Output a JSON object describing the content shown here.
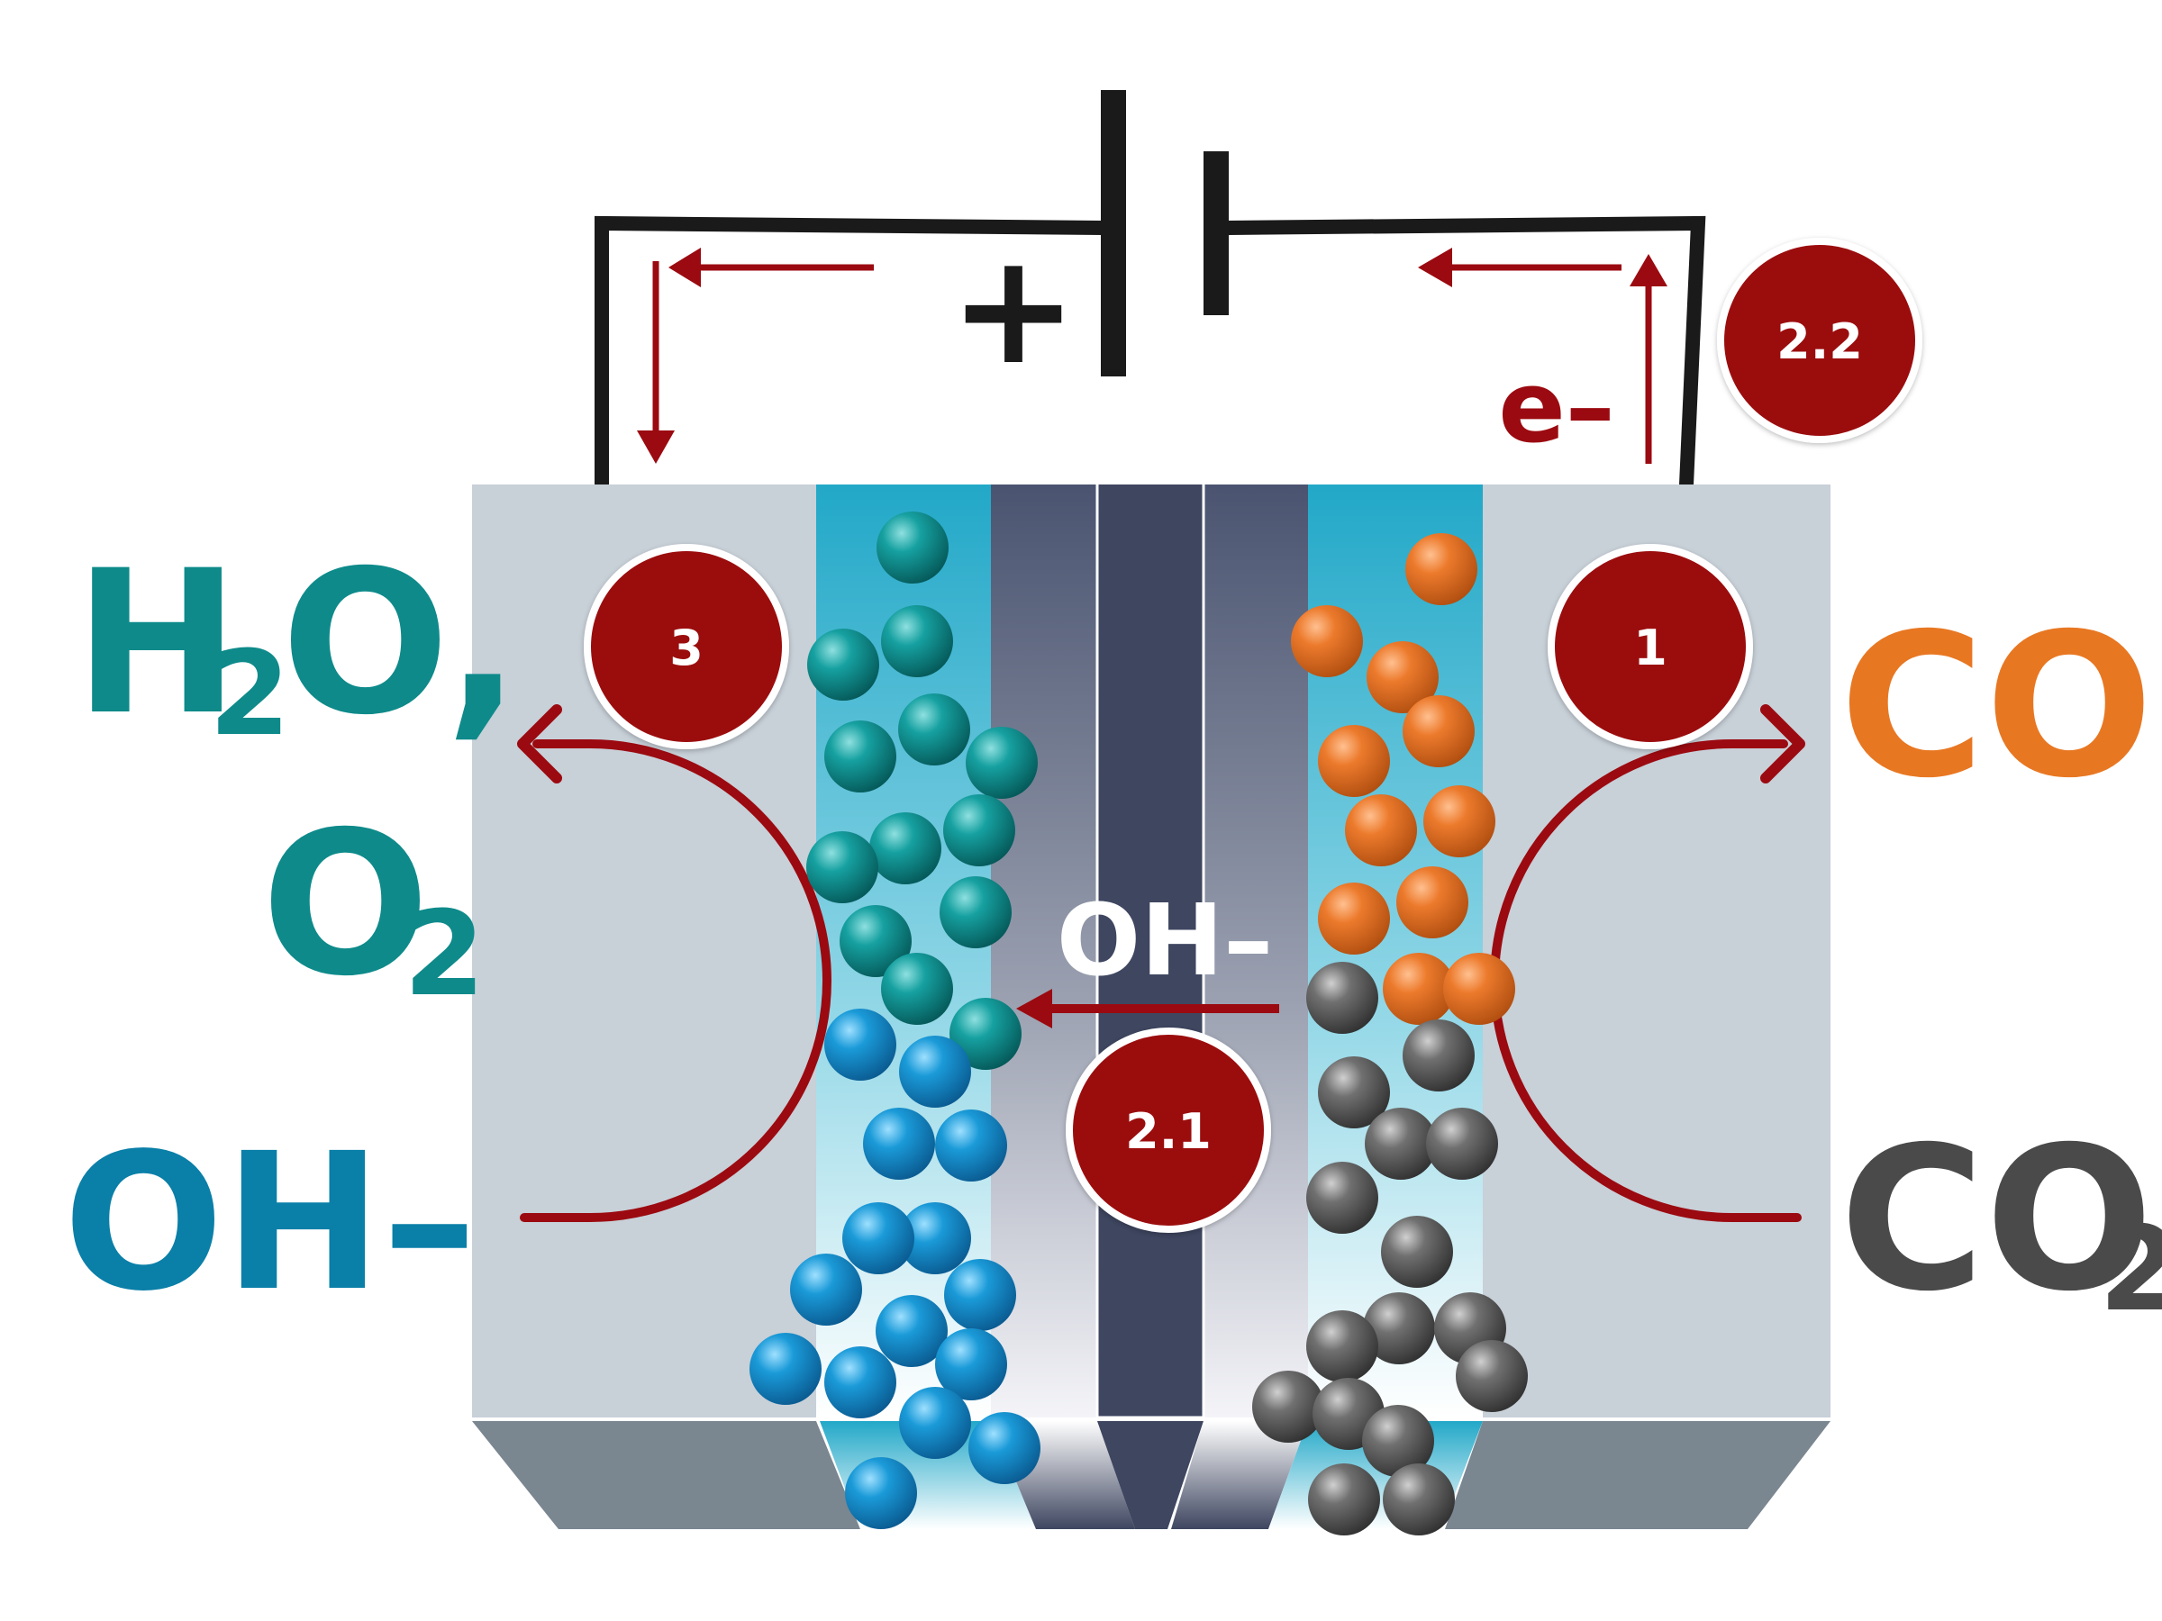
{
  "labels": {
    "h2o": "H",
    "h2o_sub": "2",
    "h2o_rest": "O,",
    "o2": "O",
    "o2_sub": "2",
    "oh_left": "OH–",
    "co": "CO",
    "co2": "CO",
    "co2_sub": "2",
    "oh_center": "OH–",
    "electron": "e–",
    "plus": "+"
  },
  "badges": {
    "b1": "1",
    "b3": "3",
    "b21": "2.1",
    "b22": "2.2"
  },
  "colors": {
    "teal_label": "#0e8a8a",
    "blue_label": "#0a7fa8",
    "orange_label": "#e87722",
    "grey_label": "#4a4a4a",
    "dark_red": "#9b0a10",
    "membrane_dark": "#3e4660",
    "electrode_grey": "#c8d0d8",
    "channel_blue": "#22a8c8",
    "teal_ball": "#108c8c",
    "blue_ball": "#1a96d4",
    "orange_ball": "#e8742a",
    "grey_ball": "#6a6a6a"
  }
}
